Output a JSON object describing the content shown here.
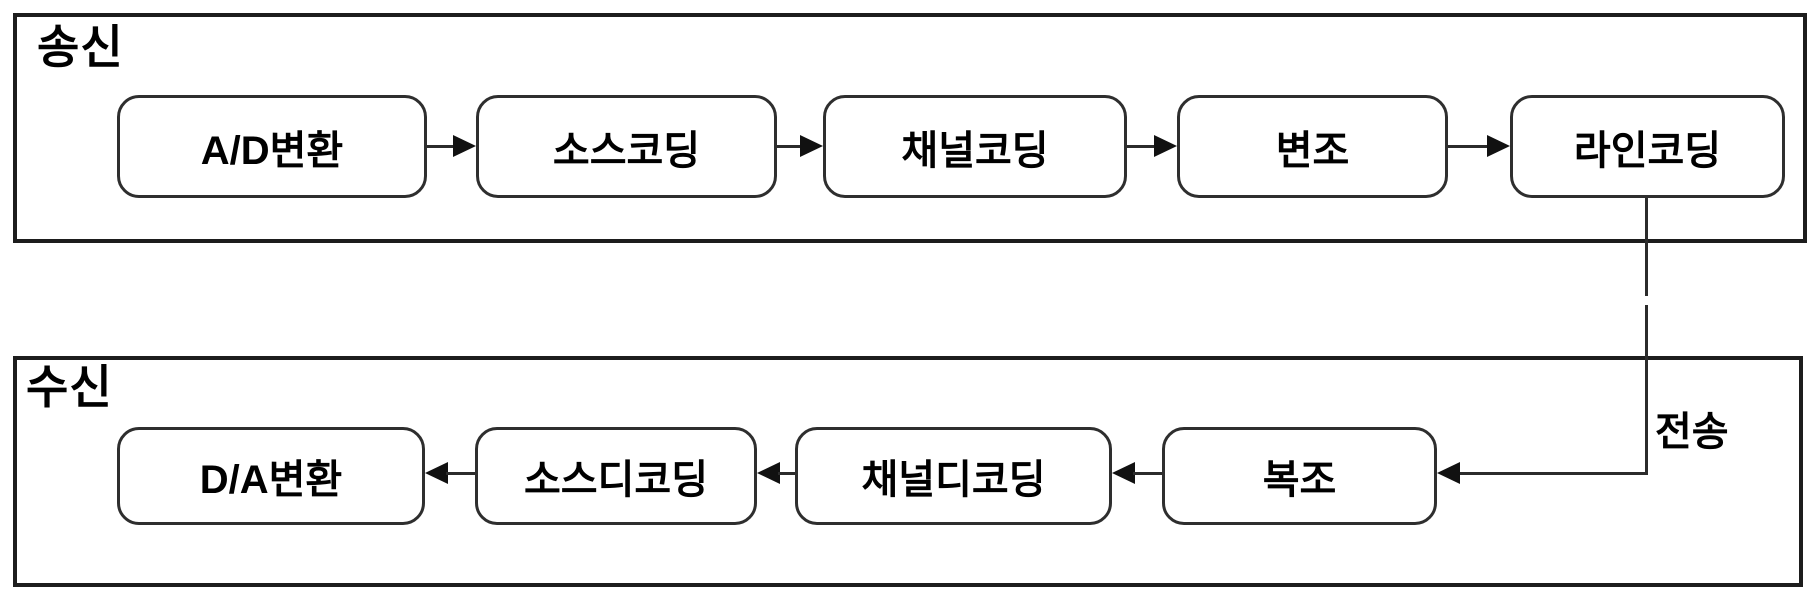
{
  "diagram": {
    "tx": {
      "label": "송신",
      "boxes": [
        {
          "id": "ad-conversion",
          "label": "A/D변환"
        },
        {
          "id": "source-coding",
          "label": "소스코딩"
        },
        {
          "id": "channel-coding",
          "label": "채널코딩"
        },
        {
          "id": "modulation",
          "label": "변조"
        },
        {
          "id": "line-coding",
          "label": "라인코딩"
        }
      ]
    },
    "rx": {
      "label": "수신",
      "boxes": [
        {
          "id": "da-conversion",
          "label": "D/A변환"
        },
        {
          "id": "source-decoding",
          "label": "소스디코딩"
        },
        {
          "id": "channel-decoding",
          "label": "채널디코딩"
        },
        {
          "id": "demodulation",
          "label": "복조"
        }
      ]
    },
    "transmission_label": "전송",
    "colors": {
      "ink": "#1d1d1d",
      "node_border": "#2e2e2e",
      "line": "#2b2b2b",
      "text": "#000000",
      "background": "#ffffff"
    }
  }
}
